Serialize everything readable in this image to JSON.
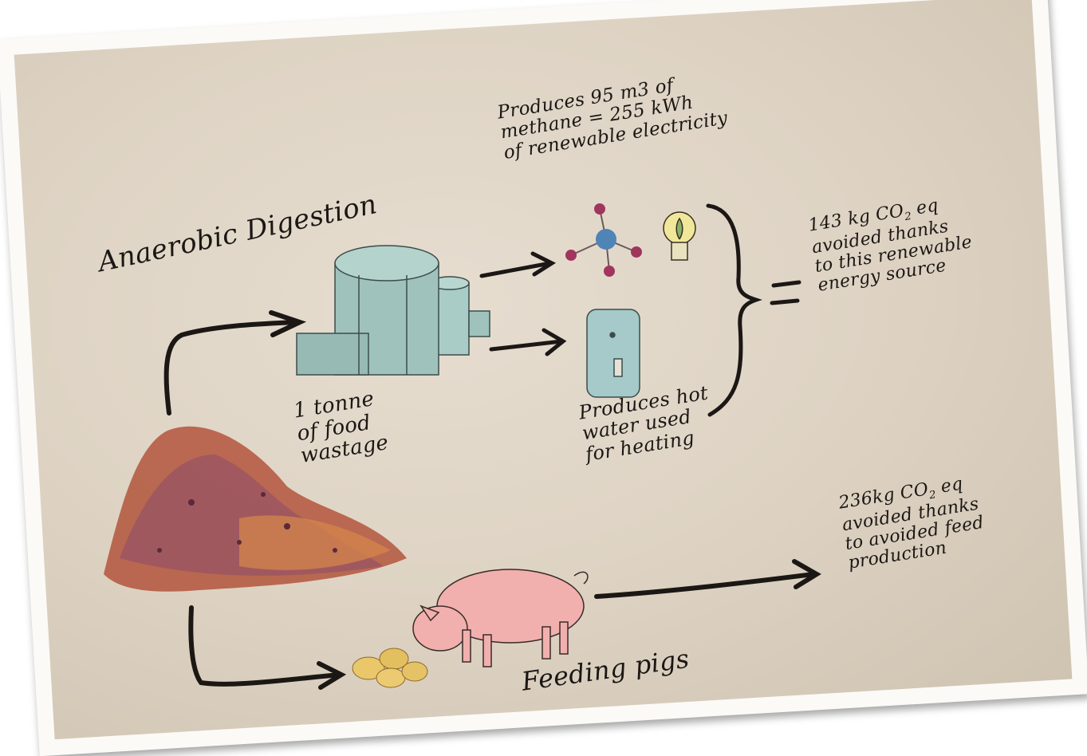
{
  "labels": {
    "anaerobic_digestion": "Anaerobic Digestion",
    "methane": "Produces 95 m3 of\nmethane = 255 kWh\nof renewable electricity",
    "co2_energy_prefix": "143 kg CO",
    "co2_energy_sub": "2",
    "co2_energy_suffix": " eq\navoided thanks\nto this renewable\nenergy source",
    "food_wastage": "1 tonne\n   of food\n      wastage",
    "hot_water": "Produces hot\n water used\n for heating",
    "co2_feed_prefix": "236kg CO",
    "co2_feed_sub": "2",
    "co2_feed_suffix": " eq\navoided thanks\nto avoided feed\nproduction",
    "feeding_pigs": "Feeding pigs"
  },
  "icons": [
    "digester-plant-icon",
    "methane-molecule-icon",
    "light-bulb-icon",
    "hot-water-tank-icon",
    "food-waste-pile-icon",
    "pig-icon",
    "potatoes-icon"
  ],
  "colors": {
    "ink": "#1b1714",
    "paper": "#ddd2c2",
    "digester": "#9fc2bc",
    "pig": "#f1b0ad",
    "waste": "#b3553c"
  }
}
